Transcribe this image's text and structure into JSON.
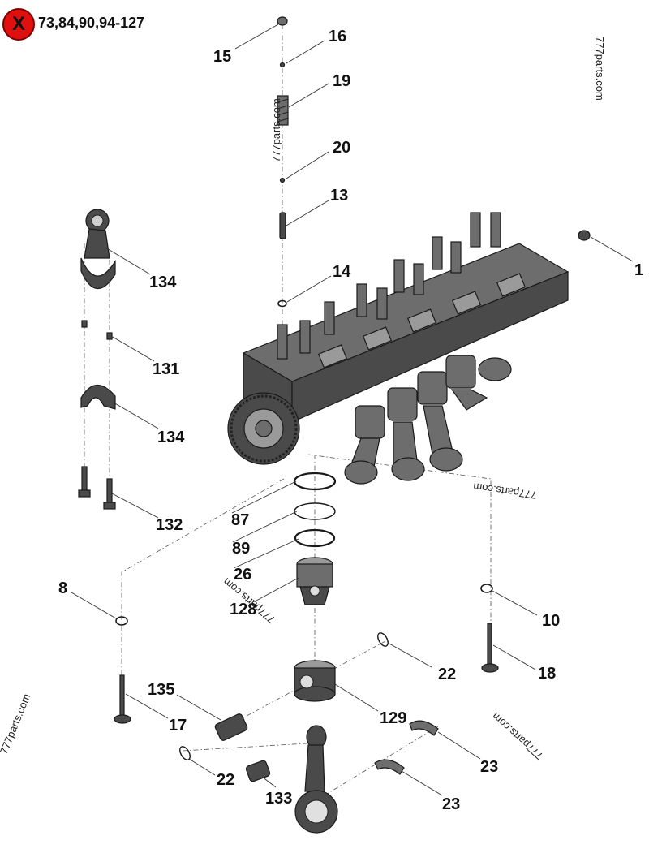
{
  "header": {
    "badge": "X",
    "note": "73,84,90,94-127"
  },
  "watermark": "777parts.com",
  "callouts": [
    "15",
    "16",
    "19",
    "20",
    "13",
    "14",
    "1",
    "134",
    "131",
    "134b",
    "132",
    "87",
    "89",
    "26",
    "128",
    "8",
    "10",
    "18",
    "22",
    "129",
    "135",
    "17",
    "22b",
    "133",
    "23",
    "23b"
  ],
  "labels": {
    "c15": "15",
    "c16": "16",
    "c19": "19",
    "c20": "20",
    "c13": "13",
    "c14": "14",
    "c1": "1",
    "c134a": "134",
    "c131": "131",
    "c134b": "134",
    "c132": "132",
    "c87": "87",
    "c89": "89",
    "c26": "26",
    "c128": "128",
    "c8": "8",
    "c10": "10",
    "c18": "18",
    "c22a": "22",
    "c129": "129",
    "c135": "135",
    "c17": "17",
    "c22b": "22",
    "c133": "133",
    "c23a": "23",
    "c23b": "23"
  }
}
